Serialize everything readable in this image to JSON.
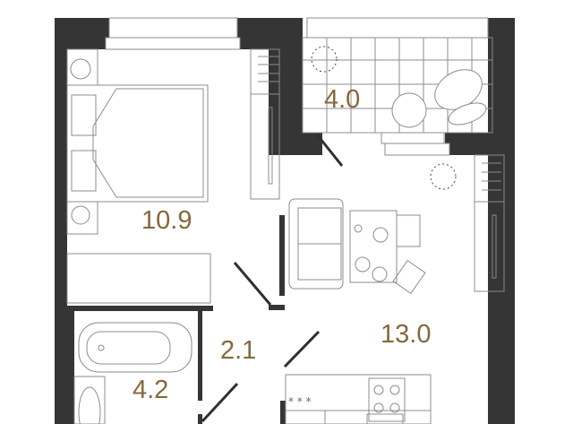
{
  "plan": {
    "rooms": [
      {
        "id": "bedroom",
        "area": "10.9"
      },
      {
        "id": "balcony",
        "area": "4.0"
      },
      {
        "id": "living-kitchen",
        "area": "13.0"
      },
      {
        "id": "hallway",
        "area": "2.1"
      },
      {
        "id": "bathroom",
        "area": "4.2"
      }
    ],
    "colors": {
      "wall": "#353535",
      "area_label": "#86683c",
      "line": "#8c8c8c"
    }
  }
}
